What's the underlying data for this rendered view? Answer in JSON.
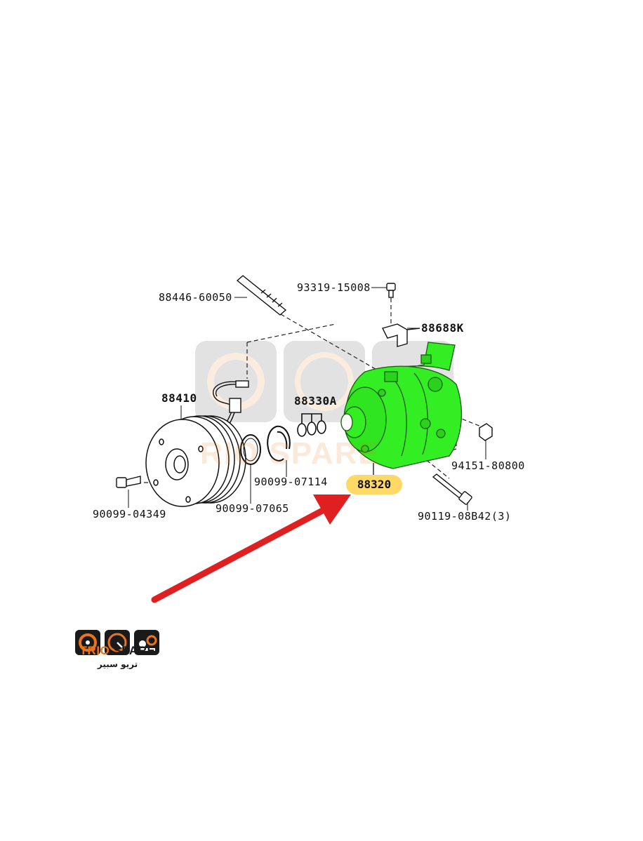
{
  "parts": {
    "stud_bolt": "88446-60050",
    "screw": "93319-15008",
    "bracket": "88688K",
    "magnetic_clutch": "88410",
    "o_ring_kit": "88330A",
    "bolt_left": "90099-04349",
    "snap_ring_1": "90099-07065",
    "snap_ring_2": "90099-07114",
    "compressor": "88320",
    "nut": "94151-80800",
    "mount_bolt": "90119-08B42(3)"
  },
  "brand": {
    "name_part1": "TRIO",
    "name_part2": "SPARE",
    "name_arabic": "تريو سبير",
    "accent_color": "#e8751a",
    "dark_color": "#1a1a1a",
    "arrow_color": "#e02020",
    "highlight_color": "#ffd966",
    "compressor_color": "#33ee22"
  }
}
